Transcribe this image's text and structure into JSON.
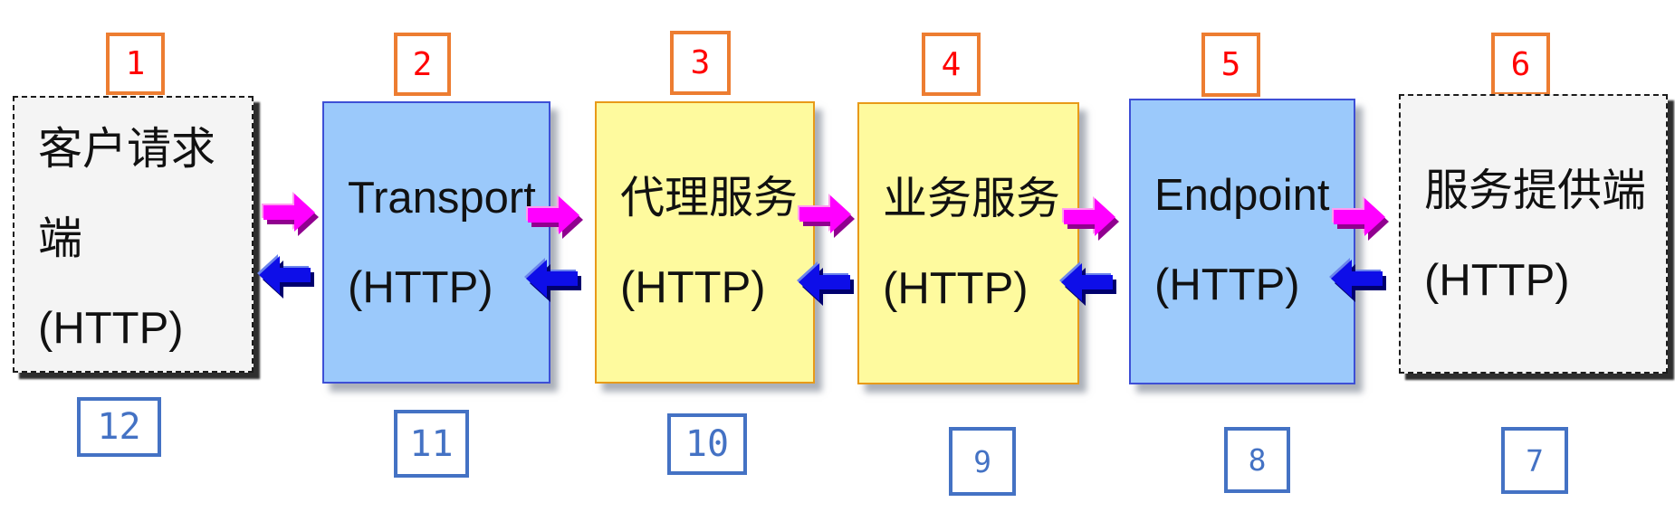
{
  "diagram": {
    "description_protocol": "HTTP",
    "stages": [
      {
        "id": "client-requester",
        "variant": "gray",
        "top_label": "1",
        "bottom_label": "12",
        "lines": [
          "客户请求",
          "端",
          "(HTTP)"
        ]
      },
      {
        "id": "transport",
        "variant": "blue",
        "top_label": "2",
        "bottom_label": "11",
        "lines": [
          "Transport",
          "(HTTP)"
        ]
      },
      {
        "id": "proxy-service",
        "variant": "yellow",
        "top_label": "3",
        "bottom_label": "10",
        "lines": [
          "代理服务",
          "(HTTP)"
        ]
      },
      {
        "id": "business-service",
        "variant": "yellow",
        "top_label": "4",
        "bottom_label": "9",
        "lines": [
          "业务服务",
          "(HTTP)"
        ]
      },
      {
        "id": "endpoint",
        "variant": "blue",
        "top_label": "5",
        "bottom_label": "8",
        "lines": [
          "Endpoint",
          "(HTTP)"
        ]
      },
      {
        "id": "service-provider",
        "variant": "gray",
        "top_label": "6",
        "bottom_label": "7",
        "lines": [
          "服务提供端",
          "(HTTP)"
        ]
      }
    ],
    "arrows": {
      "forward_direction": "right",
      "return_direction": "left",
      "pairs": [
        {
          "from": 1,
          "to": 2
        },
        {
          "from": 2,
          "to": 3
        },
        {
          "from": 3,
          "to": 4
        },
        {
          "from": 4,
          "to": 5
        },
        {
          "from": 5,
          "to": 6
        }
      ]
    },
    "colors": {
      "box_gray_fill": "#F4F4F4",
      "box_blue_fill": "#9BC9FB",
      "box_blue_border": "#3D4FD6",
      "box_yellow_fill": "#FEFA9E",
      "box_yellow_border": "#E89A18",
      "top_badge_border": "#ED7D31",
      "top_badge_text": "#FF0000",
      "bottom_badge_border": "#4472C4",
      "bottom_badge_text": "#4472C4",
      "forward_arrow": "#FF00FF",
      "forward_arrow_dark": "#90008F",
      "forward_arrow_light": "#FF9BF0",
      "return_arrow": "#0E0EE8",
      "return_arrow_dark": "#00006E",
      "return_arrow_light": "#6B84EC"
    }
  }
}
